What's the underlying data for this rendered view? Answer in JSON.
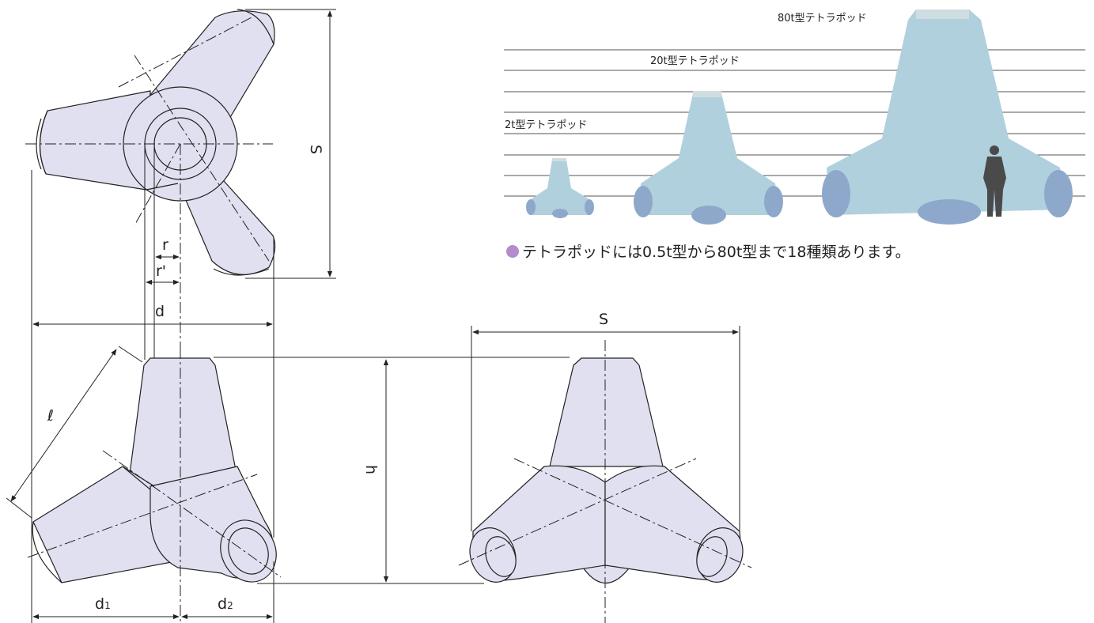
{
  "dimensions": {
    "S_top": "S",
    "S_front": "S",
    "h": "h",
    "d": "d",
    "r": "r",
    "r_prime": "r'",
    "l": "ℓ",
    "d1": "d",
    "d1_sub": "1",
    "d2": "d",
    "d2_sub": "2"
  },
  "size_comparison": {
    "labels": {
      "t2": "2t型テトラポッド",
      "t20": "20t型テトラポッド",
      "t80": "80t型テトラポッド"
    },
    "caption": "テトラポッドには0.5t型から80t型まで18種類あります。"
  },
  "colors": {
    "body_fill": "#e0e0f0",
    "compare_fill": "#b0d0dd",
    "end_cap": "#8ea8cc",
    "bullet": "#b48ccc"
  }
}
